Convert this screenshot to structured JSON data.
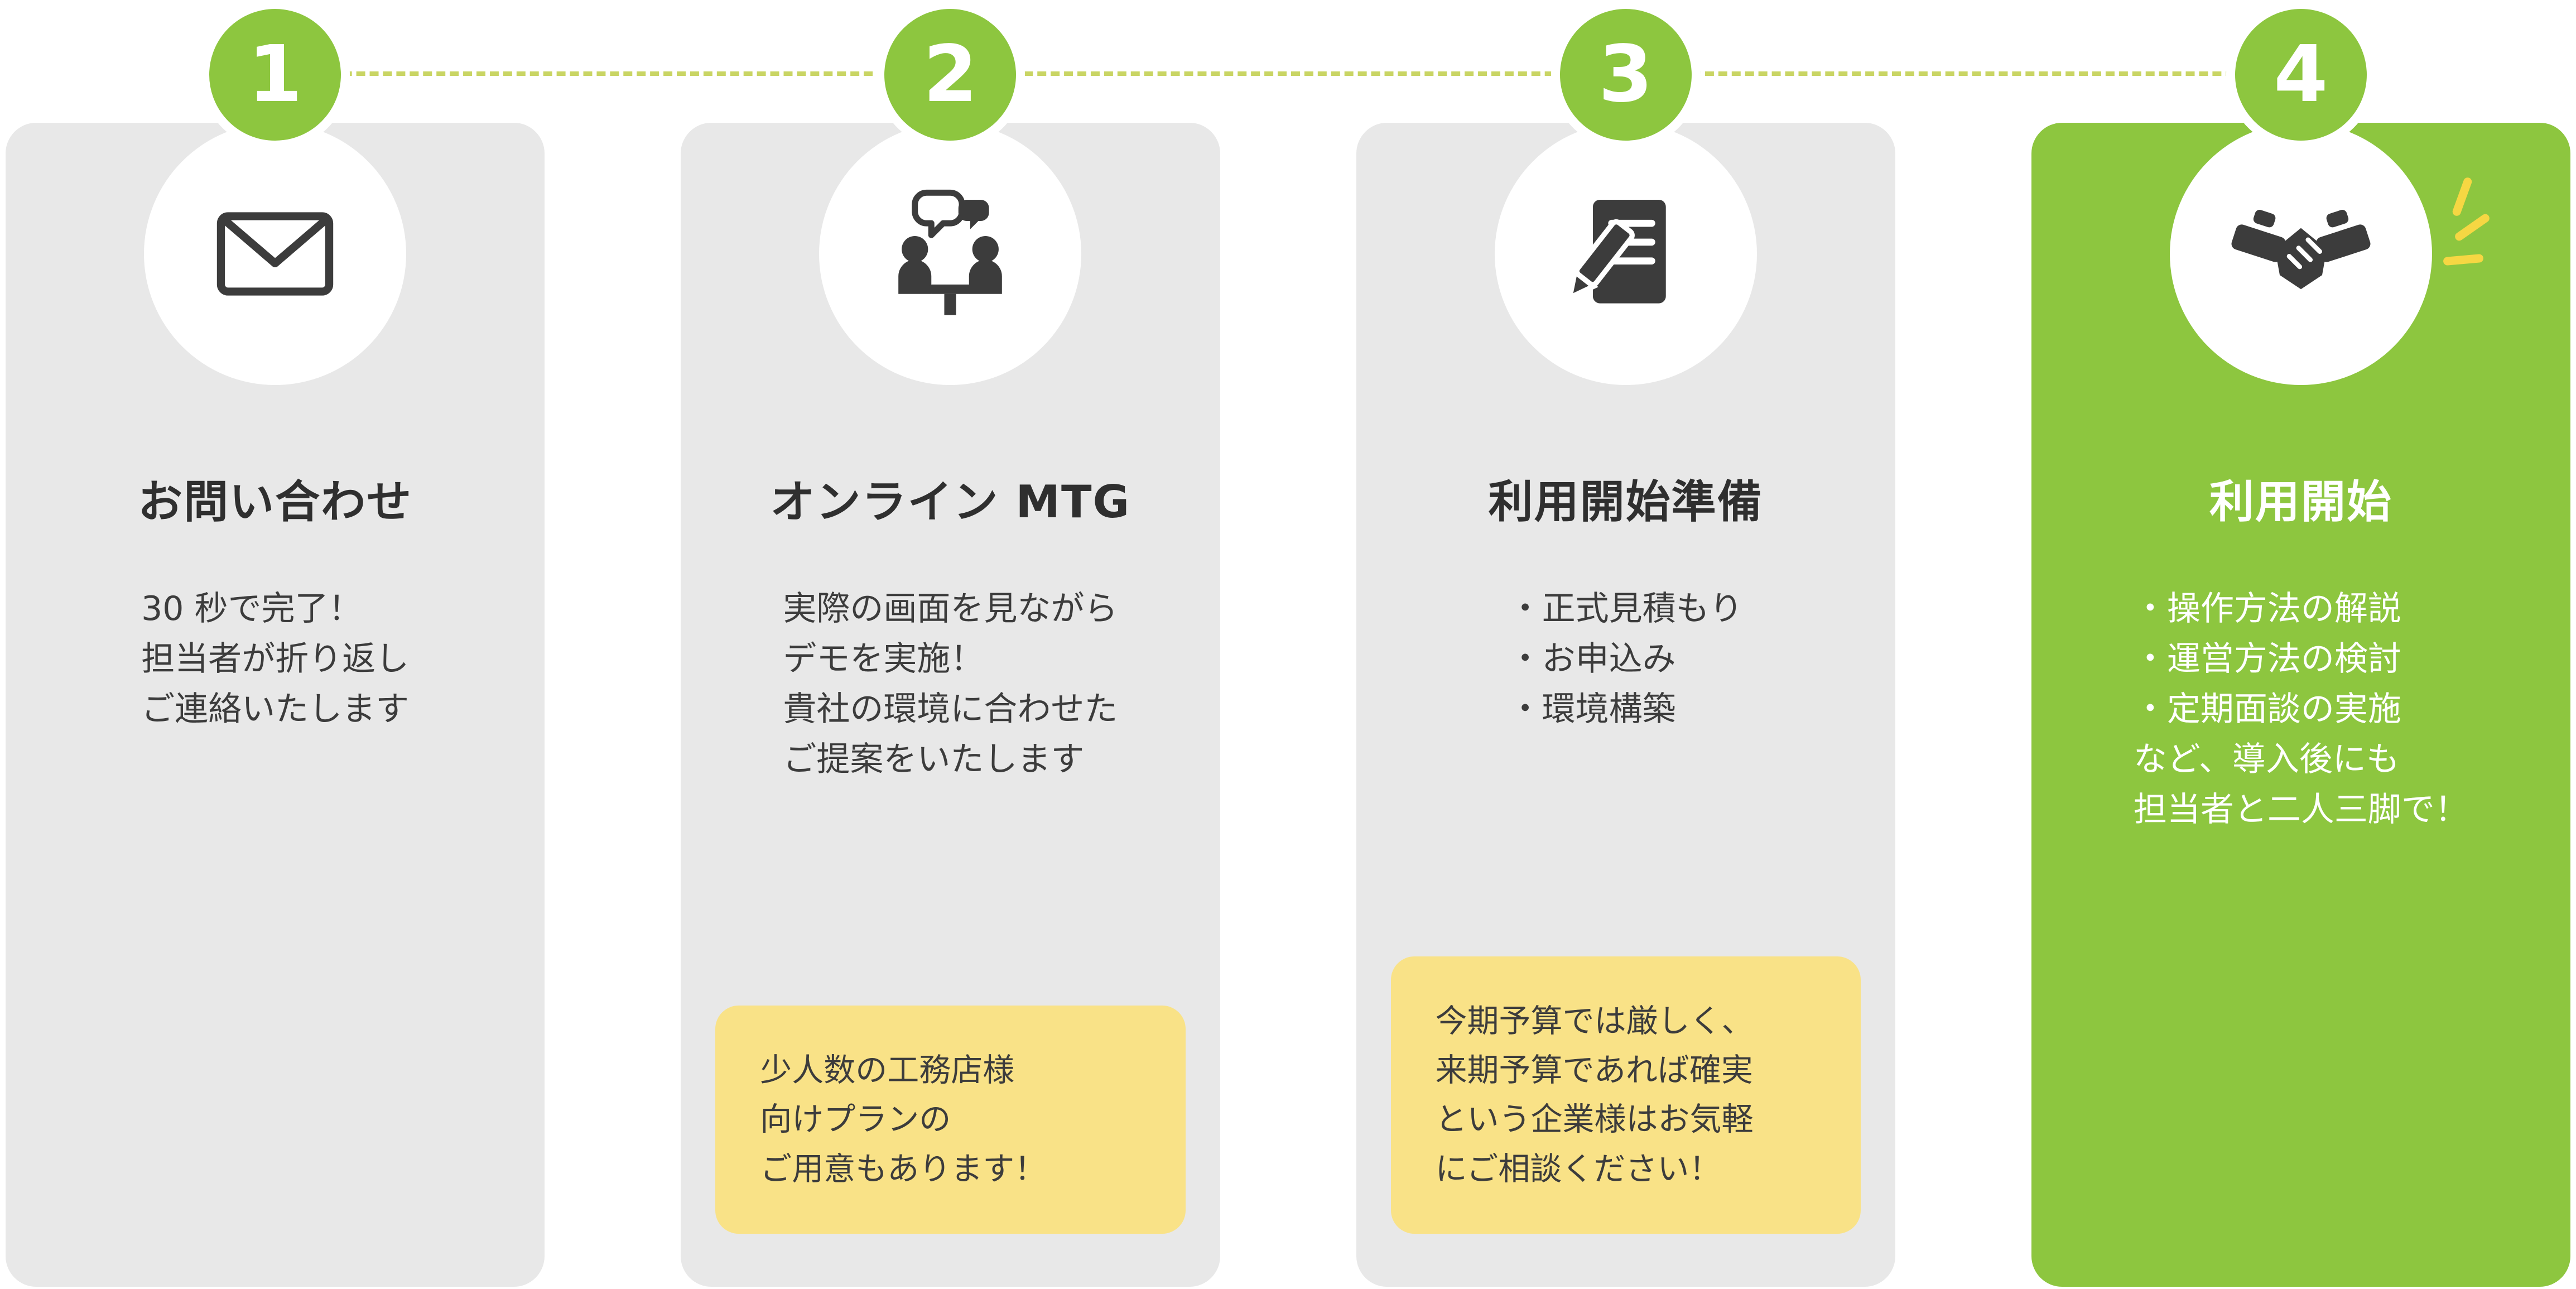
{
  "colors": {
    "accent_green": "#8dc63f",
    "card_gray": "#e8e8e8",
    "note_yellow": "#f9e287",
    "dash_line": "#c9d564",
    "sparkle_yellow": "#f6d743",
    "text_dark": "#3c3c3c"
  },
  "steps": [
    {
      "number": "1",
      "icon": "envelope-icon",
      "title": "お問い合わせ",
      "body": "30 秒で完了！\n担当者が折り返し\nご連絡いたします"
    },
    {
      "number": "2",
      "icon": "online-meeting-icon",
      "title": "オンライン MTG",
      "body": "実際の画面を見ながら\nデモを実施！\n貴社の環境に合わせた\nご提案をいたします",
      "note": "少人数の工務店様\n向けプランの\nご用意もあります！"
    },
    {
      "number": "3",
      "icon": "document-pencil-icon",
      "title": "利用開始準備",
      "body": "・正式見積もり\n・お申込み\n・環境構築",
      "note": "今期予算では厳しく、\n来期予算であれば確実\nという企業様はお気軽\nにご相談ください！"
    },
    {
      "number": "4",
      "icon": "handshake-icon",
      "title": "利用開始",
      "body": "・操作方法の解説\n・運営方法の検討\n・定期面談の実施\nなど、導入後にも\n担当者と二人三脚で！"
    }
  ]
}
